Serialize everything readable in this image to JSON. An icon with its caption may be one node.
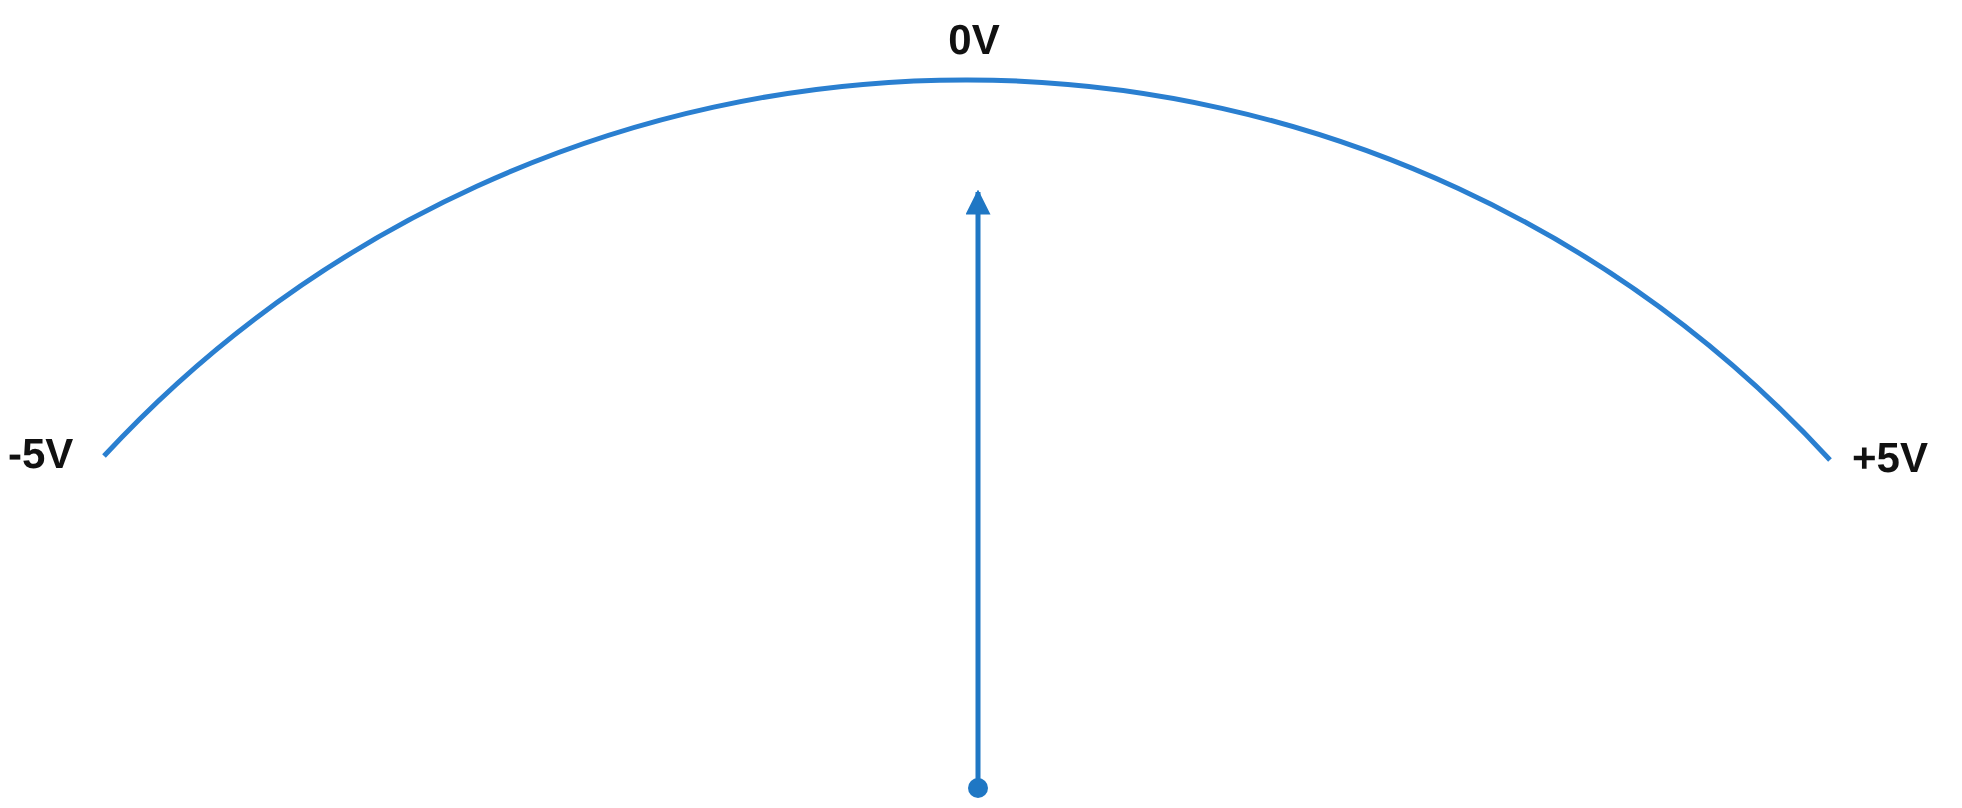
{
  "diagram": {
    "labels": [
      "0V",
      "-5V",
      "+5V"
    ]
  }
}
